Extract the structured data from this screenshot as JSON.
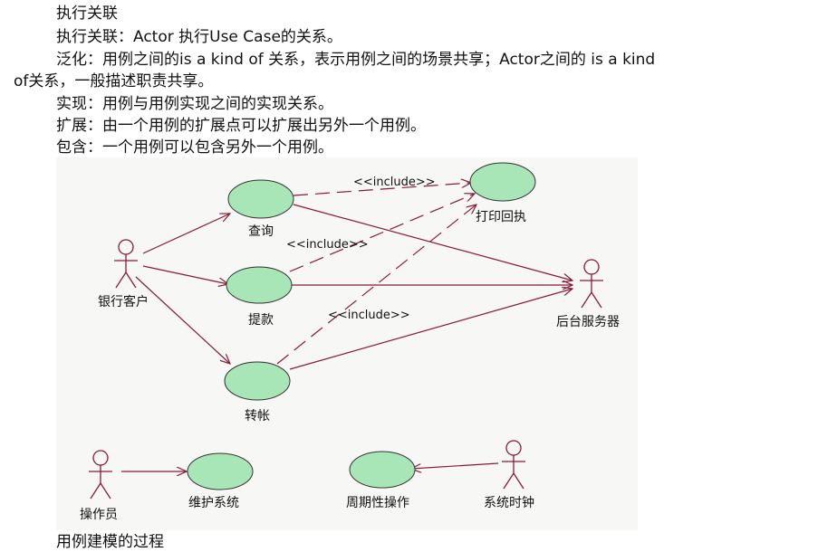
{
  "text": {
    "heading": "执行关联",
    "association": "执行关联：Actor 执行Use Case的关系。",
    "generalization_1": "泛化：用例之间的is a kind of 关系，表示用例之间的场景共享；Actor之间的 is a kind",
    "generalization_2": "of关系，一般描述职责共享。",
    "realization": "实现：用例与用例实现之间的实现关系。",
    "extension": "扩展：由一个用例的扩展点可以扩展出另外一个用例。",
    "inclusion": "包含：一个用例可以包含另外一个用例。",
    "footer": "用例建模的过程"
  },
  "diagram": {
    "actors": {
      "bank_customer": "银行客户",
      "backend_server": "后台服务器",
      "operator": "操作员",
      "system_clock": "系统时钟"
    },
    "use_cases": {
      "query": "查询",
      "withdraw": "提款",
      "transfer": "转帐",
      "print_receipt": "打印回执",
      "maintain_system": "维护系统",
      "periodic_operation": "周期性操作"
    },
    "stereotypes": {
      "include_1": "<<include>>",
      "include_2": "<<include>>",
      "include_3": "<<include>>"
    },
    "colors": {
      "use_case_fill": "#a8e6b8",
      "line": "#8b1a3a",
      "background": "#f7f7f5"
    }
  }
}
